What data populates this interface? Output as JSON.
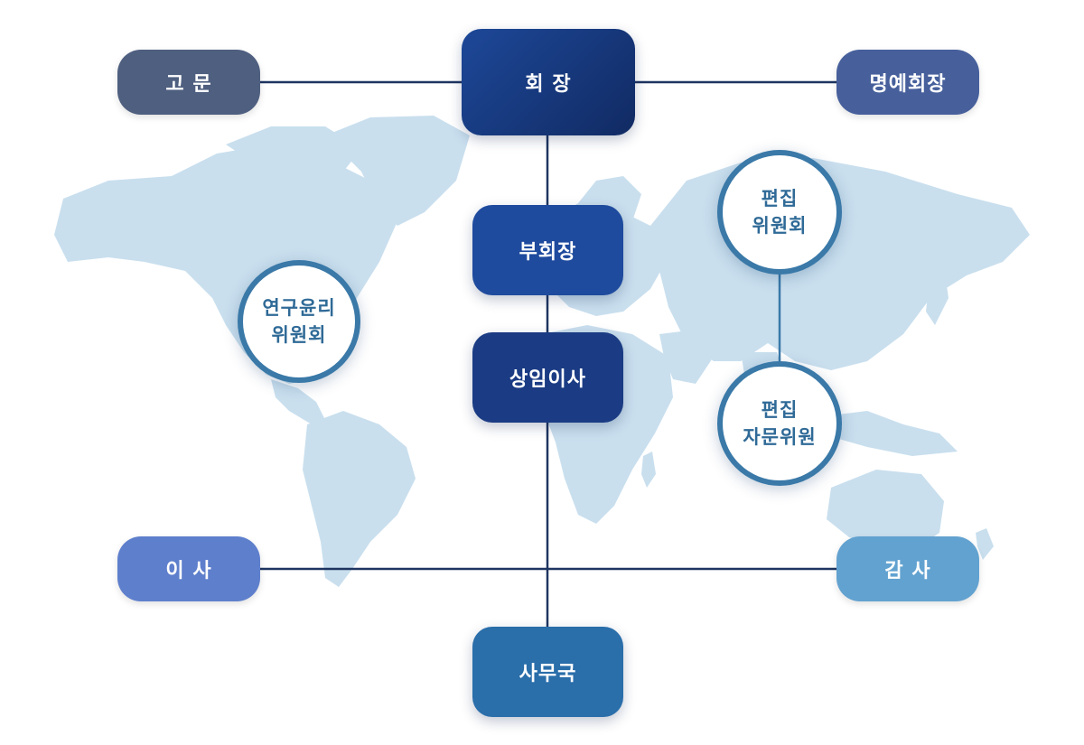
{
  "nodes": {
    "advisor": "고 문",
    "president": "회 장",
    "honorary_president": "명예회장",
    "vice_president": "부회장",
    "standing_director": "상임이사",
    "director": "이 사",
    "auditor": "감 사",
    "secretariat": "사무국",
    "research_ethics": [
      "연구윤리",
      "위원회"
    ],
    "editorial_committee": [
      "편집",
      "위원회"
    ],
    "editorial_advisors": [
      "편집",
      "자문위원"
    ]
  },
  "colors": {
    "map_land": "#c9dfee",
    "line": "#1e3560",
    "advisor": "#4f5f80",
    "president_from": "#1d4898",
    "president_to": "#112a63",
    "honorary_president": "#47609c",
    "vice_president": "#1f4b9e",
    "standing_director": "#1b3c84",
    "director": "#5e7fcc",
    "auditor": "#62a2d0",
    "secretariat": "#2a6eaa",
    "circle_border": "#3a79a8",
    "circle_text": "#2f6a97"
  }
}
